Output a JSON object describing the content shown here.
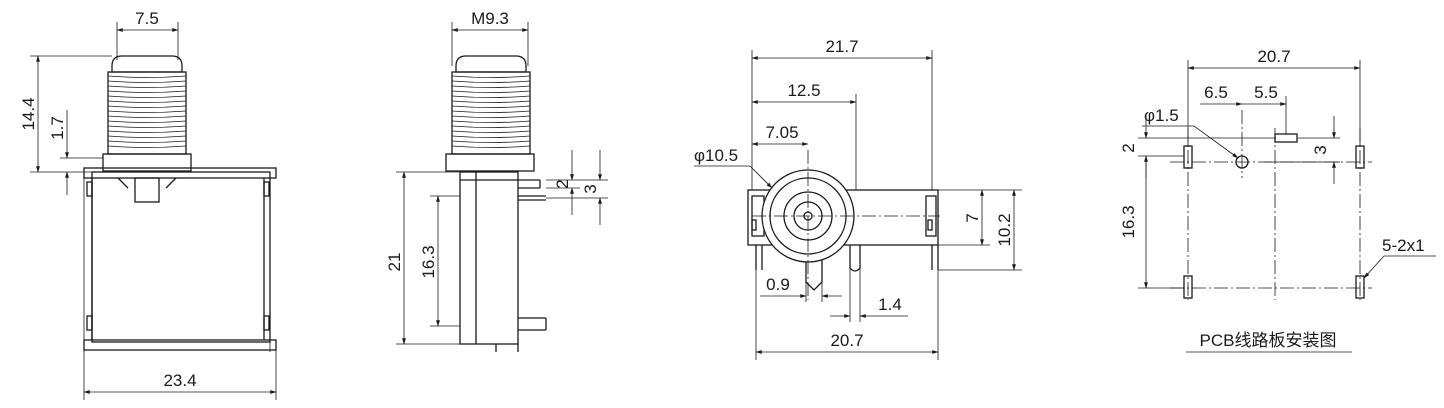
{
  "views": {
    "front": {
      "dims": {
        "top_width": "7.5",
        "height_total": "14.4",
        "height_small": "1.7",
        "body_width": "23.4"
      }
    },
    "side": {
      "dims": {
        "thread": "M9.3",
        "height_total": "21",
        "pin_height": "16.3",
        "gap_a": "2",
        "gap_b": "3"
      }
    },
    "rear": {
      "dims": {
        "overall_width": "21.7",
        "center_offset": "12.5",
        "hole_offset": "7.05",
        "diameter": "φ10.5",
        "half_height": "7",
        "full_height": "10.2",
        "pin_width": "0.9",
        "pin_offset": "1.4",
        "pin_span": "20.7"
      }
    },
    "pcb": {
      "dims": {
        "overall_width": "20.7",
        "left_offset": "6.5",
        "right_offset": "5.5",
        "hole_diameter": "φ1.5",
        "left_gap": "2",
        "right_gap": "3",
        "vertical_span": "16.3",
        "slot_spec": "5-2x1"
      },
      "caption": "PCB线路板安装图"
    }
  }
}
